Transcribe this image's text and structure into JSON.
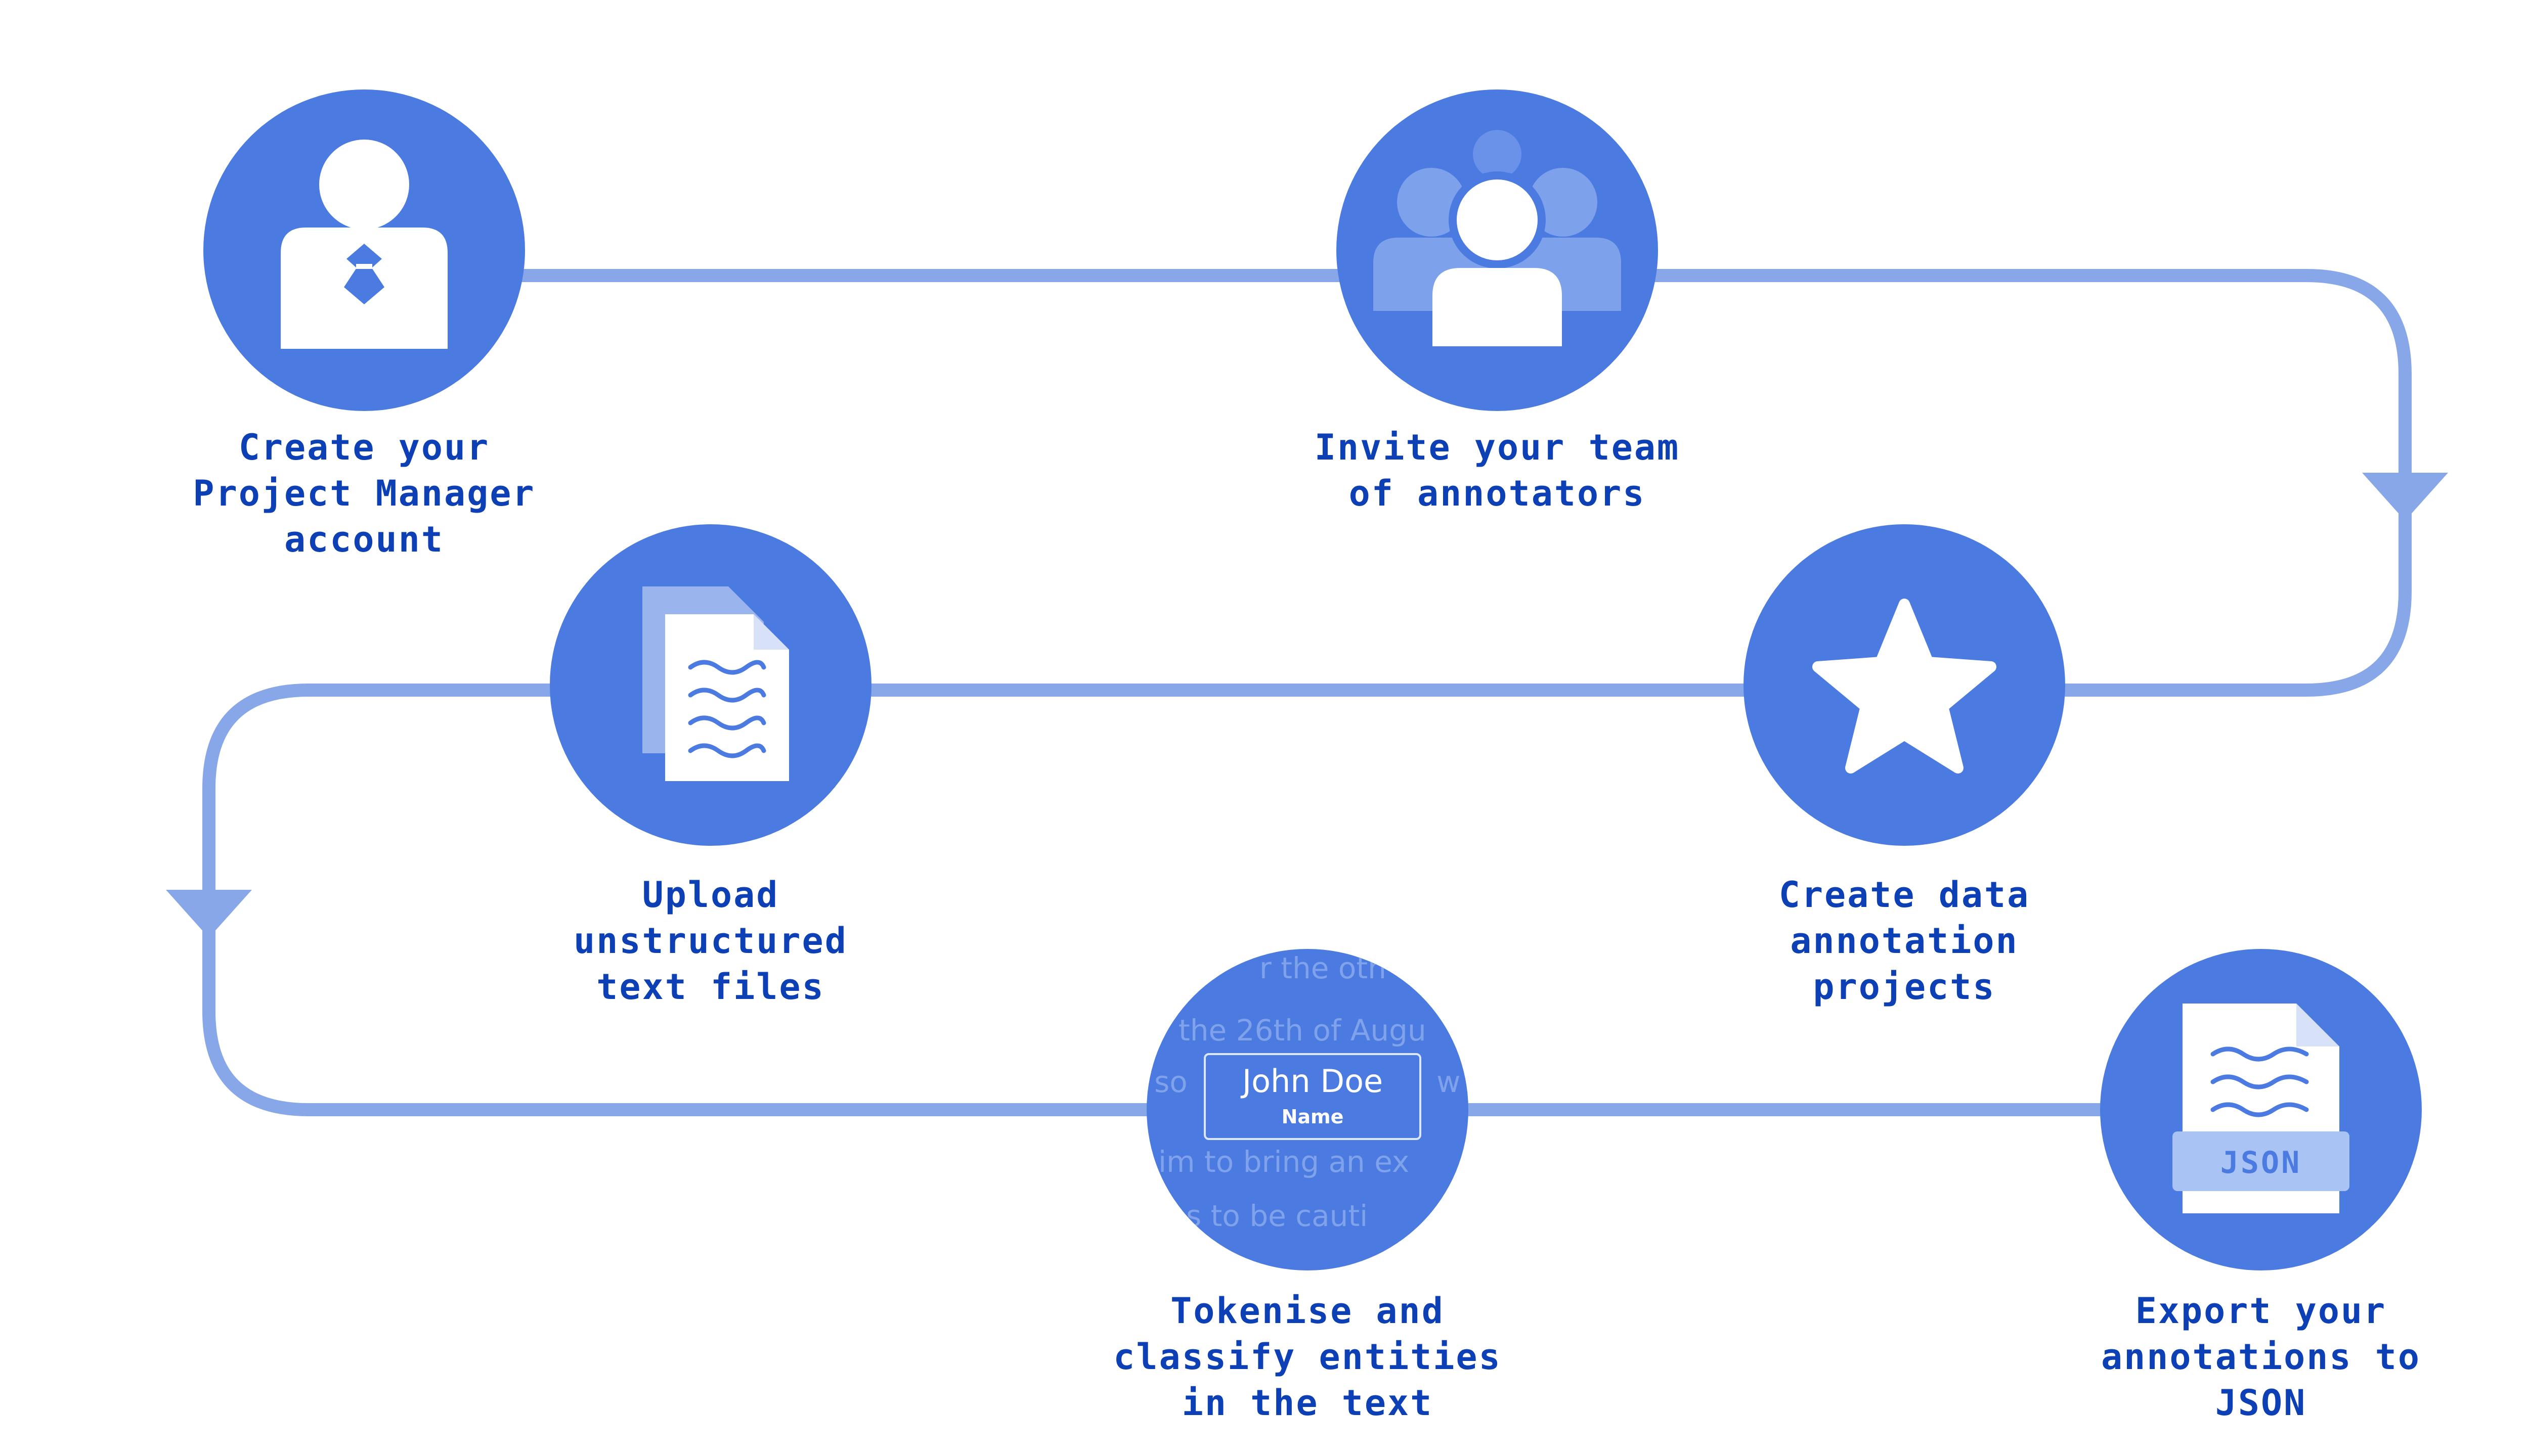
{
  "colors": {
    "circle": "#4b7be1",
    "path": "#87a7e8",
    "label": "#0d3fb5",
    "icon": "#ffffff",
    "icon_faded": "#9ab4ee",
    "json_tag": "#a9c3f4"
  },
  "steps": [
    {
      "id": "create-pm-account",
      "icon": "manager-icon",
      "label": "Create your\nProject Manager\naccount"
    },
    {
      "id": "invite-team",
      "icon": "team-icon",
      "label": "Invite your team\nof annotators"
    },
    {
      "id": "create-projects",
      "icon": "star-icon",
      "label": "Create data\nannotation\nprojects"
    },
    {
      "id": "upload-files",
      "icon": "documents-icon",
      "label": "Upload\nunstructured\ntext files"
    },
    {
      "id": "tokenise-classify",
      "icon": "entity-annotation-icon",
      "label": "Tokenise and\nclassify entities\nin the text"
    },
    {
      "id": "export-json",
      "icon": "json-file-icon",
      "label": "Export your\nannotations to\nJSON"
    }
  ],
  "entity_example": {
    "entity_text": "John Doe",
    "entity_class": "Name",
    "background_lines": [
      "r the oth",
      "the 26th of Augu",
      "so",
      "w",
      "im to bring an ex",
      "s to be cauti"
    ]
  },
  "json_tag": "JSON"
}
